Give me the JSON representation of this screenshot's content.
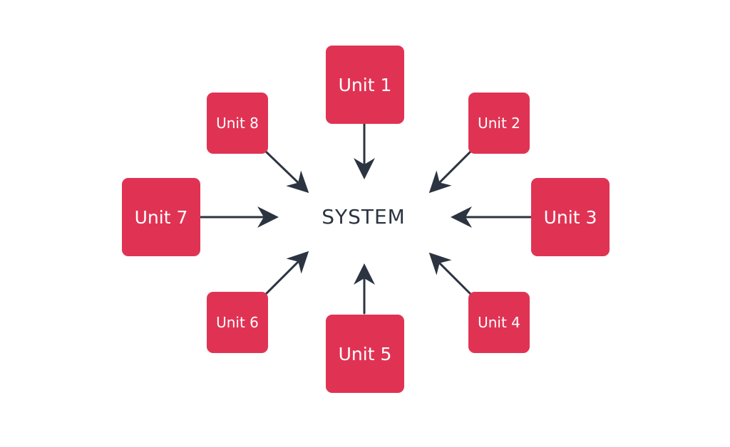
{
  "diagram": {
    "center_label": "SYSTEM",
    "units": [
      {
        "id": "unit-1",
        "label": "Unit 1"
      },
      {
        "id": "unit-2",
        "label": "Unit 2"
      },
      {
        "id": "unit-3",
        "label": "Unit 3"
      },
      {
        "id": "unit-4",
        "label": "Unit 4"
      },
      {
        "id": "unit-5",
        "label": "Unit 5"
      },
      {
        "id": "unit-6",
        "label": "Unit 6"
      },
      {
        "id": "unit-7",
        "label": "Unit 7"
      },
      {
        "id": "unit-8",
        "label": "Unit 8"
      }
    ],
    "edges": [
      {
        "from": "unit-1",
        "to": "system"
      },
      {
        "from": "unit-2",
        "to": "system"
      },
      {
        "from": "unit-3",
        "to": "system"
      },
      {
        "from": "unit-4",
        "to": "system"
      },
      {
        "from": "unit-5",
        "to": "system"
      },
      {
        "from": "unit-6",
        "to": "system"
      },
      {
        "from": "unit-7",
        "to": "system"
      },
      {
        "from": "unit-8",
        "to": "system"
      }
    ]
  },
  "colors": {
    "unit_fill": "#e03354",
    "arrow": "#2b3440",
    "center_text": "#2b3440"
  }
}
